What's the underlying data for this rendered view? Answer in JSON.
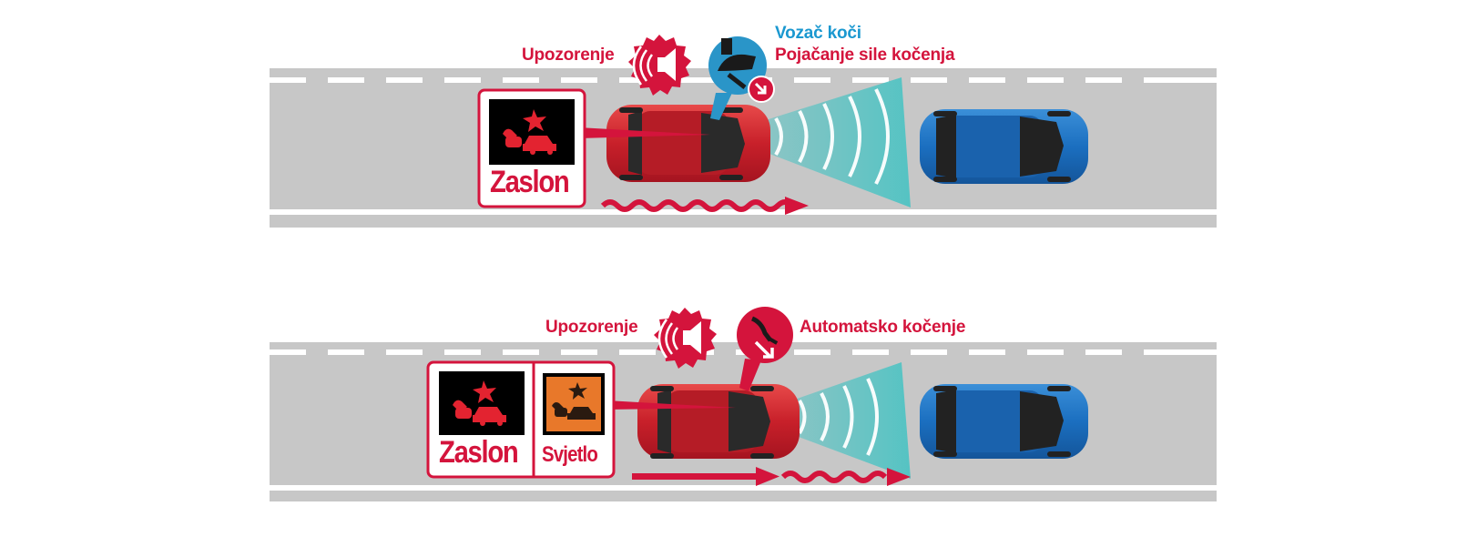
{
  "colors": {
    "warning_red": "#d4143c",
    "driver_blue": "#1a98d0",
    "road_gray": "#c7c7c7",
    "sensor_beam": "#4fc3c3",
    "lead_car": "#1b6fc0",
    "own_car": "#d42a34"
  },
  "scene_top": {
    "warning_label": "Upozorenje",
    "driver_brakes_label": "Vozač koči",
    "brake_assist_label": "Pojačanje sile kočenja",
    "display_label": "Zaslon",
    "icons": [
      "speaker-warning-icon",
      "brake-pedal-press-icon",
      "collision-warning-icon"
    ]
  },
  "scene_bottom": {
    "warning_label": "Upozorenje",
    "auto_brake_label": "Automatsko kočenje",
    "display_label": "Zaslon",
    "light_label": "Svjetlo",
    "icons": [
      "speaker-warning-icon",
      "auto-brake-pedal-icon",
      "collision-warning-icon",
      "collision-warning-light-icon"
    ]
  }
}
